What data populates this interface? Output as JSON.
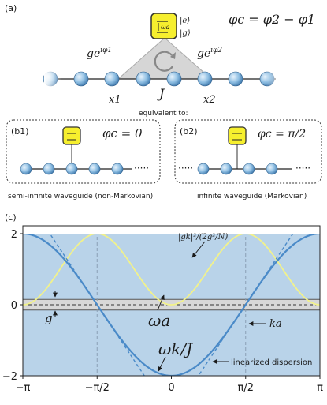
{
  "panel_a": {
    "label": "(a)",
    "atom_freq": "ωa",
    "ket_e": "|e⟩",
    "ket_g": "|g⟩",
    "phase_eq": "φc = φ2 − φ1",
    "coupling_left": "ge",
    "coupling_left_exp": "iφ1",
    "coupling_right": "ge",
    "coupling_right_exp": "iφ2",
    "x1": "x1",
    "x2": "x2",
    "hopping": "J",
    "equivalent": "equivalent to:"
  },
  "panel_b1": {
    "label": "(b1)",
    "phase": "φc = 0",
    "caption": "semi-infinite waveguide (non-Markovian)"
  },
  "panel_b2": {
    "label": "(b2)",
    "phase": "φc = π/2",
    "caption": "infinite waveguide (Markovian)"
  },
  "panel_c": {
    "label": "(c)",
    "annot_coupling": "|gk|²/(2g²/N)",
    "annot_omega_a": "ωa",
    "annot_ka": "ka",
    "annot_omega_k": "ωk/J",
    "annot_linearized": "linearized dispersion",
    "annot_g": "g",
    "colors": {
      "band_fill": "#b9d3e9",
      "dispersion": "#4a8ac8",
      "linear": "#4a8ac8",
      "coupling": "#f2f28a",
      "gap_fill": "#d8d8d8"
    }
  },
  "chart_data": {
    "type": "line",
    "xlim": [
      -3.1416,
      3.1416
    ],
    "ylim": [
      -2,
      2
    ],
    "x_tick_labels": [
      "−π",
      "−π/2",
      "0",
      "π/2",
      "π"
    ],
    "y_tick_labels": [
      "2",
      "0",
      "−2"
    ],
    "omega_a": 0,
    "g_band": [
      -0.15,
      0.15
    ],
    "k_a": 1.5708,
    "series": [
      {
        "name": "ωk/J",
        "formula": "-2cos(k)",
        "style": "solid"
      },
      {
        "name": "linearized dispersion",
        "formula": "2(k − π/2) and −2(k + π/2)",
        "style": "dashed"
      },
      {
        "name": "|gk|²/(2g²/N)",
        "formula": "1 − cos(2k)",
        "style": "solid"
      }
    ]
  }
}
